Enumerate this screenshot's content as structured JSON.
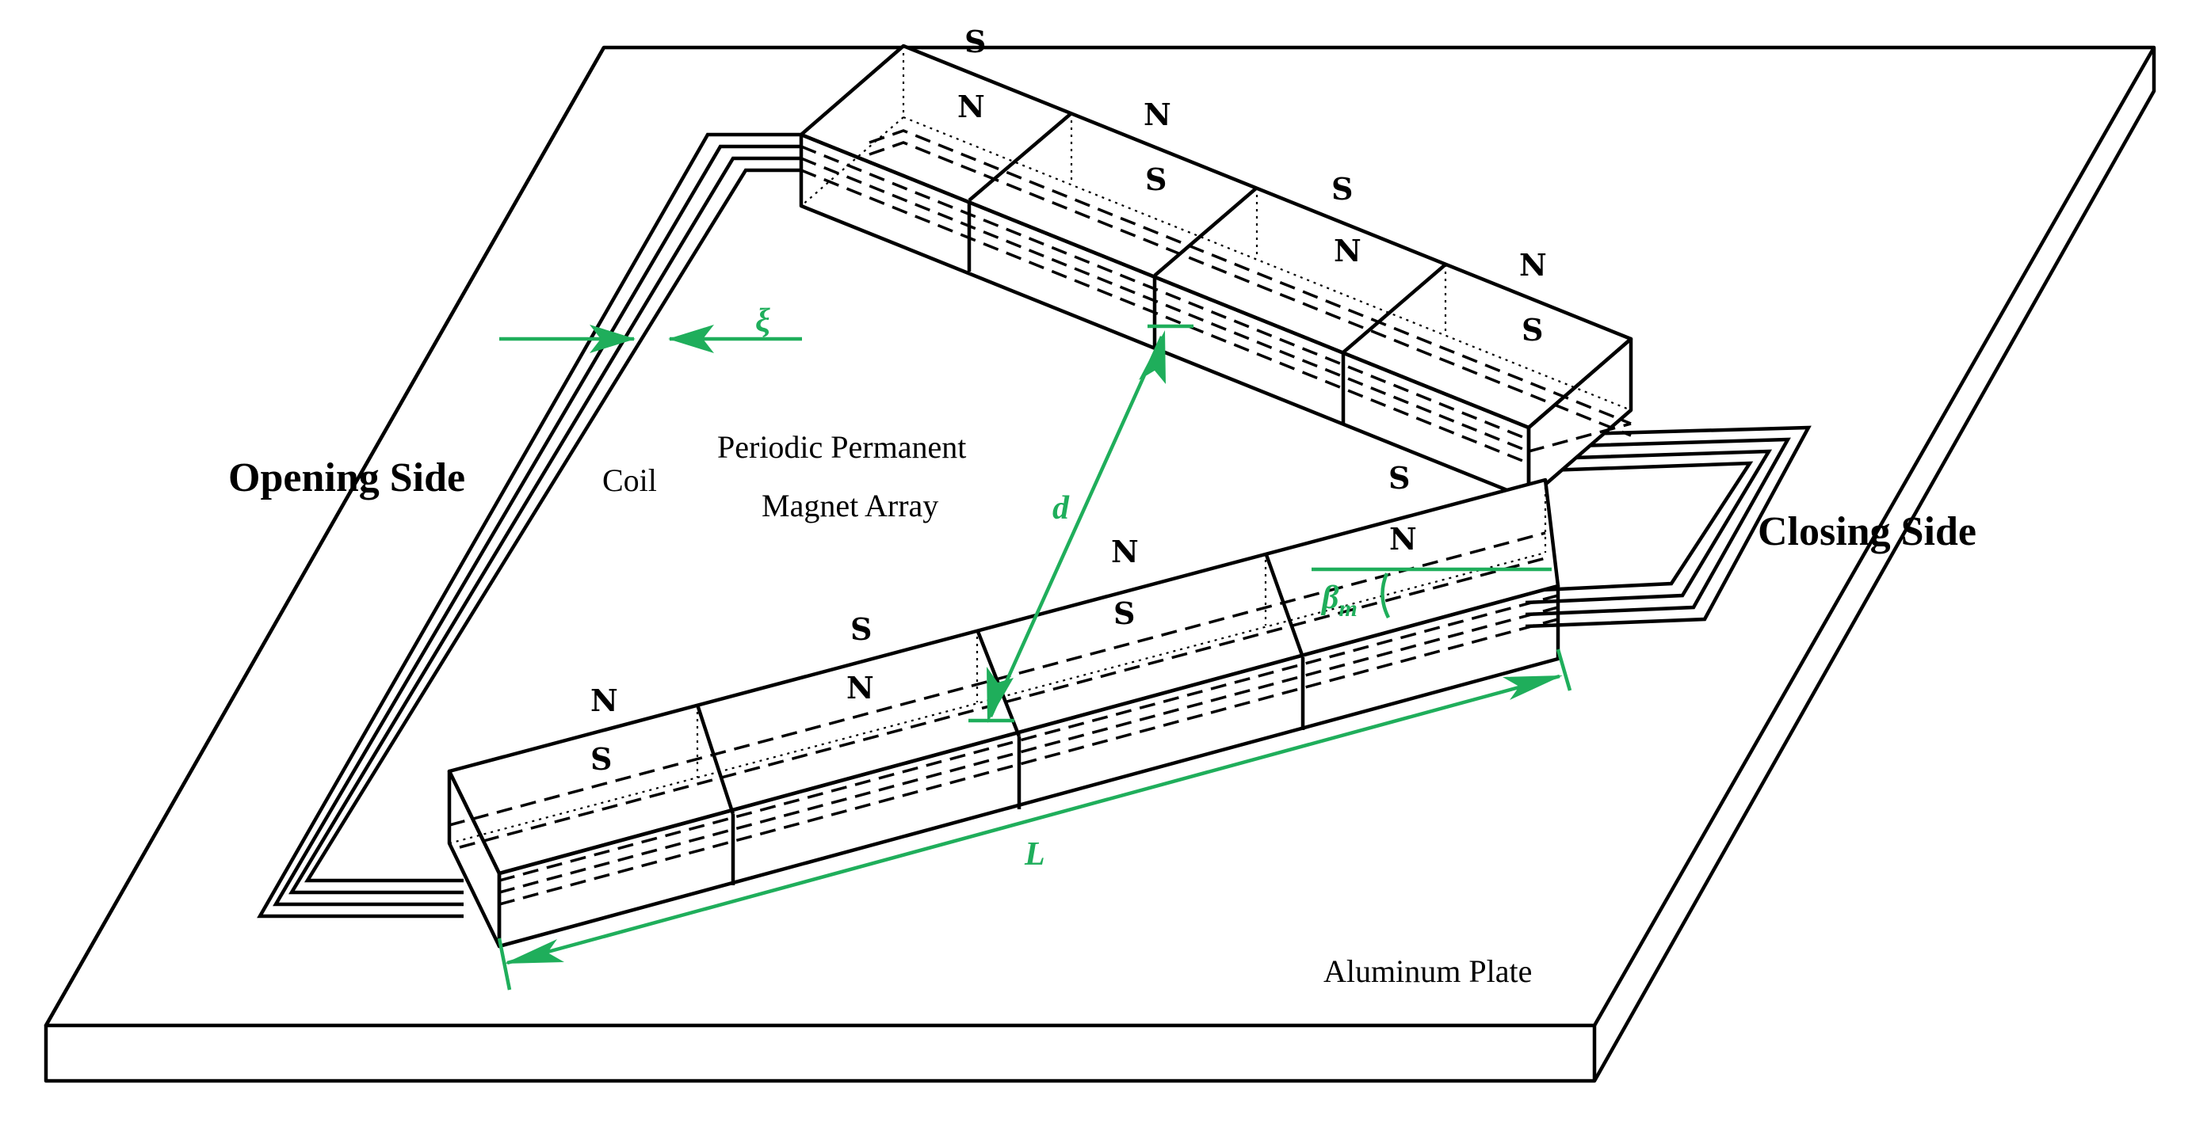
{
  "labels": {
    "opening_side": "Opening Side",
    "closing_side": "Closing Side",
    "coil": "Coil",
    "array_line1": "Periodic Permanent",
    "array_line2": "Magnet Array",
    "plate": "Aluminum Plate"
  },
  "symbols": {
    "xi": "ξ",
    "d": "d",
    "L": "L",
    "beta": "β",
    "beta_sub": "m"
  },
  "upper_array_poles": [
    "S",
    "N",
    "N",
    "S",
    "S",
    "N",
    "N",
    "S"
  ],
  "lower_array_poles": [
    "N",
    "S",
    "S",
    "N",
    "N",
    "S",
    "S",
    "N"
  ],
  "colors": {
    "line": "#000000",
    "dimension": "#1fae5b",
    "background": "#ffffff"
  }
}
